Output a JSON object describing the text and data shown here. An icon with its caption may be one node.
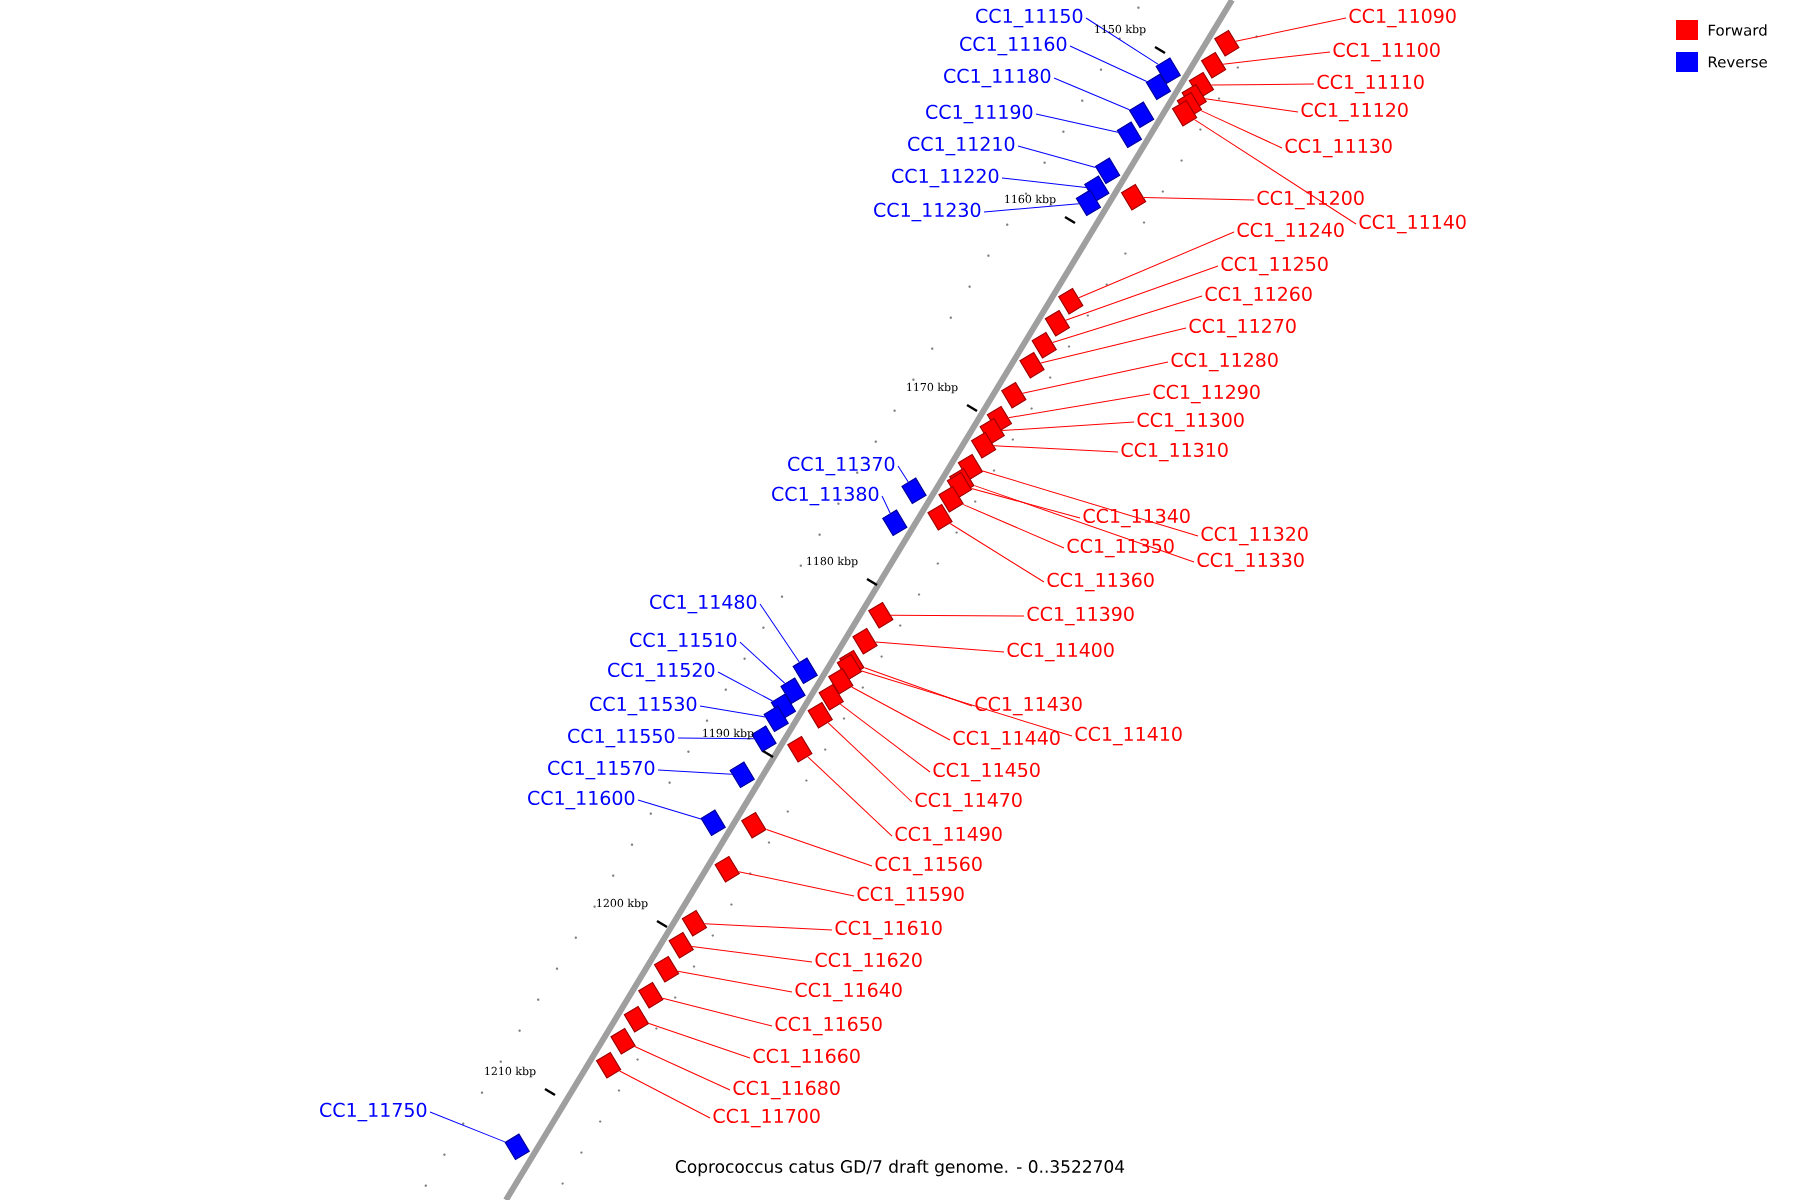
{
  "diagram": {
    "caption": "Coprococcus catus GD/7 draft genome. - 0..3522704",
    "nodes": [
      {
        "text": [
          "CC1_11090"
        ]
      },
      {
        "text": [
          "CC1_11100"
        ]
      },
      {
        "text": [
          "CC1_11110"
        ]
      },
      {
        "text": [
          "CC1_11120"
        ]
      },
      {
        "text": [
          "CC1_11130"
        ]
      },
      {
        "text": [
          "CC1_11200"
        ]
      },
      {
        "text": [
          "CC1_11140"
        ]
      },
      {
        "text": [
          "CC1_11240"
        ]
      },
      {
        "text": [
          "CC1_11250"
        ]
      },
      {
        "text": [
          "CC1_11260"
        ]
      },
      {
        "text": [
          "CC1_11270"
        ]
      },
      {
        "text": [
          "CC1_11280"
        ]
      },
      {
        "text": [
          "CC1_11290"
        ]
      },
      {
        "text": [
          "CC1_11300"
        ]
      },
      {
        "text": [
          "CC1_11310"
        ]
      },
      {
        "text": [
          "CC1_11320"
        ]
      },
      {
        "text": [
          "CC1_11330"
        ]
      },
      {
        "text": [
          "CC1_11340"
        ]
      },
      {
        "text": [
          "CC1_11350"
        ]
      },
      {
        "text": [
          "CC1_11360"
        ]
      },
      {
        "text": [
          "CC1_11390"
        ]
      },
      {
        "text": [
          "CC1_11400"
        ]
      },
      {
        "text": [
          "CC1_11430"
        ]
      },
      {
        "text": [
          "CC1_11410"
        ]
      },
      {
        "text": [
          "CC1_11440"
        ]
      },
      {
        "text": [
          "CC1_11450"
        ]
      },
      {
        "text": [
          "CC1_11470"
        ]
      },
      {
        "text": [
          "CC1_11490"
        ]
      },
      {
        "text": [
          "CC1_11560"
        ]
      },
      {
        "text": [
          "CC1_11590"
        ]
      },
      {
        "text": [
          "CC1_11610"
        ]
      },
      {
        "text": [
          "CC1_11620"
        ]
      },
      {
        "text": [
          "CC1_11640"
        ]
      },
      {
        "text": [
          "CC1_11650"
        ]
      },
      {
        "text": [
          "CC1_11660"
        ]
      },
      {
        "text": [
          "CC1_11680"
        ]
      },
      {
        "text": [
          "CC1_11700"
        ]
      },
      {
        "text": [
          "CC1_11150"
        ]
      },
      {
        "text": [
          "CC1_11160"
        ]
      },
      {
        "text": [
          "CC1_11180"
        ]
      },
      {
        "text": [
          "CC1_11190"
        ]
      },
      {
        "text": [
          "CC1_11210"
        ]
      },
      {
        "text": [
          "CC1_11220"
        ]
      },
      {
        "text": [
          "CC1_11230"
        ]
      },
      {
        "text": [
          "CC1_11370"
        ]
      },
      {
        "text": [
          "CC1_11380"
        ]
      },
      {
        "text": [
          "CC1_11480"
        ]
      },
      {
        "text": [
          "CC1_11510"
        ]
      },
      {
        "text": [
          "CC1_11520"
        ]
      },
      {
        "text": [
          "CC1_11530"
        ]
      },
      {
        "text": [
          "CC1_11550"
        ]
      },
      {
        "text": [
          "CC1_11570"
        ]
      },
      {
        "text": [
          "CC1_11600"
        ]
      },
      {
        "text": [
          "CC1_11750"
        ]
      },
      {
        "text": [],
        "shape": "box"
      },
      {
        "text": [],
        "shape": "box"
      },
      {
        "text": [],
        "shape": "box"
      },
      {
        "text": [],
        "shape": "box"
      },
      {
        "text": [],
        "shape": "box"
      },
      {
        "text": [],
        "shape": "box"
      },
      {
        "text": [],
        "shape": "box"
      },
      {
        "text": [],
        "shape": "box"
      },
      {
        "text": [],
        "shape": "box"
      },
      {
        "text": [],
        "shape": "box"
      },
      {
        "text": [],
        "shape": "box"
      },
      {
        "text": [],
        "shape": "box"
      },
      {
        "text": [],
        "shape": "box"
      },
      {
        "text": [],
        "shape": "box"
      },
      {
        "text": [],
        "shape": "box"
      },
      {
        "text": [],
        "shape": "box"
      },
      {
        "text": [],
        "shape": "box"
      },
      {
        "text": [],
        "shape": "box"
      },
      {
        "text": [],
        "shape": "box"
      },
      {
        "text": [],
        "shape": "box"
      },
      {
        "text": [],
        "shape": "box"
      },
      {
        "text": [],
        "shape": "box"
      },
      {
        "text": [],
        "shape": "box"
      },
      {
        "text": [],
        "shape": "box"
      },
      {
        "text": [],
        "shape": "box"
      },
      {
        "text": [],
        "shape": "box"
      },
      {
        "text": [],
        "shape": "box"
      },
      {
        "text": [],
        "shape": "box"
      },
      {
        "text": [],
        "shape": "box"
      },
      {
        "text": [],
        "shape": "box"
      },
      {
        "text": [],
        "shape": "box"
      },
      {
        "text": [],
        "shape": "box"
      },
      {
        "text": [],
        "shape": "box"
      },
      {
        "text": [],
        "shape": "box"
      },
      {
        "text": [],
        "shape": "box"
      },
      {
        "text": [],
        "shape": "box"
      },
      {
        "text": [],
        "shape": "box"
      },
      {
        "text": [],
        "shape": "box"
      },
      {
        "text": [],
        "shape": "box"
      },
      {
        "text": [],
        "shape": "box"
      },
      {
        "text": [],
        "shape": "box"
      },
      {
        "text": [],
        "shape": "box"
      },
      {
        "text": [],
        "shape": "box"
      },
      {
        "text": [],
        "shape": "box"
      },
      {
        "text": [],
        "shape": "box"
      },
      {
        "text": [],
        "shape": "box"
      },
      {
        "text": [],
        "shape": "box"
      },
      {
        "text": [],
        "shape": "box"
      },
      {
        "text": [],
        "shape": "box"
      },
      {
        "text": [],
        "shape": "box"
      },
      {
        "text": [],
        "shape": "box"
      },
      {
        "text": [],
        "shape": "box"
      },
      {
        "text": [],
        "shape": "box"
      },
      {
        "text": [],
        "shape": "box"
      }
    ],
    "edges": [
      {
        "from": 0,
        "to": 54,
        "arrow": "none"
      },
      {
        "from": 1,
        "to": 55,
        "arrow": "none"
      },
      {
        "from": 2,
        "to": 56,
        "arrow": "none"
      },
      {
        "from": 3,
        "to": 57,
        "arrow": "none"
      },
      {
        "from": 4,
        "to": 58,
        "arrow": "none"
      },
      {
        "from": 5,
        "to": 59,
        "arrow": "none"
      },
      {
        "from": 6,
        "to": 60,
        "arrow": "none"
      },
      {
        "from": 7,
        "to": 61,
        "arrow": "none"
      },
      {
        "from": 8,
        "to": 62,
        "arrow": "none"
      },
      {
        "from": 9,
        "to": 63,
        "arrow": "none"
      },
      {
        "from": 10,
        "to": 64,
        "arrow": "none"
      },
      {
        "from": 11,
        "to": 65,
        "arrow": "none"
      },
      {
        "from": 12,
        "to": 66,
        "arrow": "none"
      },
      {
        "from": 13,
        "to": 67,
        "arrow": "none"
      },
      {
        "from": 14,
        "to": 68,
        "arrow": "none"
      },
      {
        "from": 15,
        "to": 69,
        "arrow": "none"
      },
      {
        "from": 16,
        "to": 70,
        "arrow": "none"
      },
      {
        "from": 17,
        "to": 71,
        "arrow": "none"
      },
      {
        "from": 18,
        "to": 72,
        "arrow": "none"
      },
      {
        "from": 19,
        "to": 73,
        "arrow": "none"
      },
      {
        "from": 20,
        "to": 74,
        "arrow": "none"
      },
      {
        "from": 21,
        "to": 75,
        "arrow": "none"
      },
      {
        "from": 22,
        "to": 76,
        "arrow": "none"
      },
      {
        "from": 23,
        "to": 77,
        "arrow": "none"
      },
      {
        "from": 24,
        "to": 78,
        "arrow": "none"
      },
      {
        "from": 25,
        "to": 79,
        "arrow": "none"
      },
      {
        "from": 26,
        "to": 80,
        "arrow": "none"
      },
      {
        "from": 27,
        "to": 81,
        "arrow": "none"
      },
      {
        "from": 28,
        "to": 82,
        "arrow": "none"
      },
      {
        "from": 29,
        "to": 83,
        "arrow": "none"
      },
      {
        "from": 30,
        "to": 84,
        "arrow": "none"
      },
      {
        "from": 31,
        "to": 85,
        "arrow": "none"
      },
      {
        "from": 32,
        "to": 86,
        "arrow": "none"
      },
      {
        "from": 33,
        "to": 87,
        "arrow": "none"
      },
      {
        "from": 34,
        "to": 88,
        "arrow": "none"
      },
      {
        "from": 35,
        "to": 89,
        "arrow": "none"
      },
      {
        "from": 36,
        "to": 90,
        "arrow": "none"
      },
      {
        "from": 37,
        "to": 91,
        "arrow": "none",
        "color": "#0000ff"
      },
      {
        "from": 38,
        "to": 92,
        "arrow": "none",
        "color": "#0000ff"
      },
      {
        "from": 39,
        "to": 93,
        "arrow": "none",
        "color": "#0000ff"
      },
      {
        "from": 40,
        "to": 94,
        "arrow": "none",
        "color": "#0000ff"
      },
      {
        "from": 41,
        "to": 95,
        "arrow": "none",
        "color": "#0000ff"
      },
      {
        "from": 42,
        "to": 96,
        "arrow": "none",
        "color": "#0000ff"
      },
      {
        "from": 43,
        "to": 97,
        "arrow": "none",
        "color": "#0000ff"
      },
      {
        "from": 44,
        "to": 98,
        "arrow": "none",
        "color": "#0000ff"
      },
      {
        "from": 45,
        "to": 99,
        "arrow": "none",
        "color": "#0000ff"
      },
      {
        "from": 46,
        "to": 100,
        "arrow": "none",
        "color": "#0000ff"
      },
      {
        "from": 47,
        "to": 101,
        "arrow": "none",
        "color": "#0000ff"
      },
      {
        "from": 48,
        "to": 102,
        "arrow": "none",
        "color": "#0000ff"
      },
      {
        "from": 49,
        "to": 103,
        "arrow": "none",
        "color": "#0000ff"
      },
      {
        "from": 50,
        "to": 104,
        "arrow": "none",
        "color": "#0000ff"
      },
      {
        "from": 51,
        "to": 105,
        "arrow": "none",
        "color": "#0000ff"
      },
      {
        "from": 52,
        "to": 106,
        "arrow": "none",
        "color": "#0000ff"
      },
      {
        "from": 53,
        "to": 107,
        "arrow": "none",
        "color": "#0000ff"
      }
    ],
    "labels": [
      "1150 kbp",
      "1160 kbp",
      "1170 kbp",
      "1180 kbp",
      "1190 kbp",
      "1200 kbp",
      "1210 kbp"
    ],
    "legend": [
      {
        "text": "Forward",
        "color": "#ff0000"
      },
      {
        "text": "Reverse",
        "color": "#0000ff"
      }
    ]
  }
}
